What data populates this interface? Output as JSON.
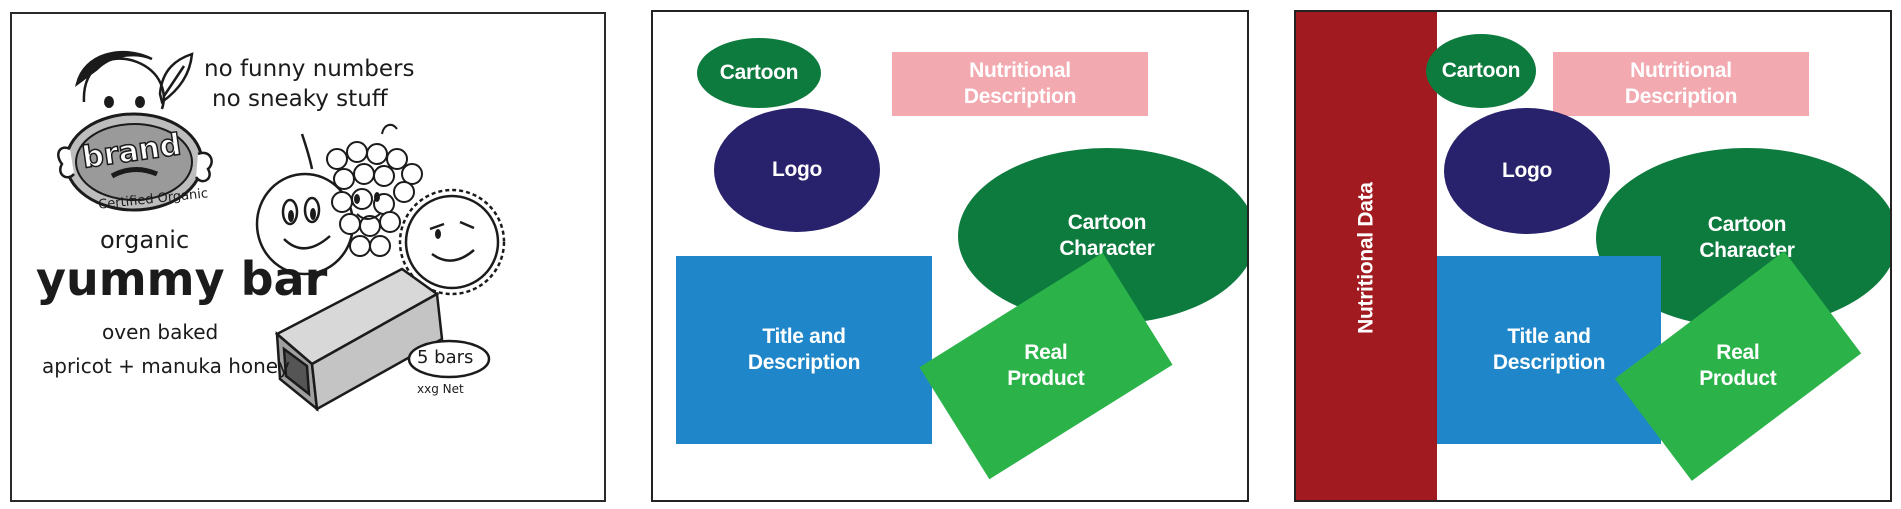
{
  "sketch": {
    "tagline_line1": "no funny numbers",
    "tagline_line2": "no sneaky stuff",
    "brand": "brand",
    "certified": "Certified Organic",
    "organic": "organic",
    "product_name": "yummy bar",
    "subtitle_line1": "oven baked",
    "subtitle_line2": "apricot + manuka honey",
    "bars_badge": "5 bars",
    "weight": "xxg Net"
  },
  "layout1": {
    "cartoon": "Cartoon",
    "nutritional_description": "Nutritional\nDescription",
    "logo": "Logo",
    "cartoon_character": "Cartoon\nCharacter",
    "title_and_description": "Title and\nDescription",
    "real_product": "Real\nProduct"
  },
  "layout2": {
    "nutritional_data": "Nutritional Data",
    "cartoon": "Cartoon",
    "nutritional_description": "Nutritional\nDescription",
    "logo": "Logo",
    "cartoon_character": "Cartoon\nCharacter",
    "title_and_description": "Title and\nDescription",
    "real_product": "Real\nProduct"
  },
  "colors": {
    "dark_green": "#0d7a3e",
    "light_green": "#2bb34a",
    "navy": "#27226b",
    "blue": "#1f87c9",
    "pink": "#f2a9b0",
    "maroon": "#a11a1f"
  }
}
